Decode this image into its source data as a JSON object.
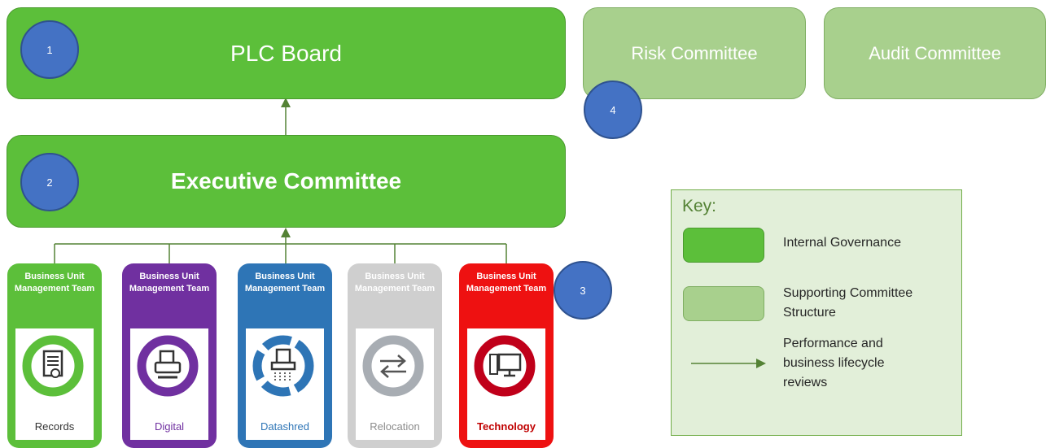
{
  "boards": {
    "plc": "PLC Board",
    "executive": "Executive Committee",
    "risk": "Risk Committee",
    "audit": "Audit Committee"
  },
  "markers": [
    "1",
    "2",
    "3",
    "4"
  ],
  "business_units": [
    {
      "title": "Business Unit Management Team",
      "name": "Records",
      "color": "#5cbf3a",
      "name_color": "#333333",
      "icon": "document-certificate-icon"
    },
    {
      "title": "Business Unit Management Team",
      "name": "Digital",
      "color": "#7030a0",
      "name_color": "#7030a0",
      "icon": "scanner-icon"
    },
    {
      "title": "Business Unit Management Team",
      "name": "Datashred",
      "color": "#2e75b6",
      "name_color": "#2e75b6",
      "icon": "shredder-icon"
    },
    {
      "title": "Business Unit Management Team",
      "name": "Relocation",
      "color": "#cfcfcf",
      "name_color": "#8c8c8c",
      "icon": "exchange-arrows-icon"
    },
    {
      "title": "Business Unit Management Team",
      "name": "Technology",
      "color": "#ee1111",
      "name_color": "#c00000",
      "icon": "computer-icon"
    }
  ],
  "key": {
    "title": "Key:",
    "internal": "Internal Governance",
    "supporting": "Supporting Committee Structure",
    "reviews": "Performance and business lifecycle reviews"
  },
  "colors": {
    "internal_green": "#5cbf3a",
    "supporting_green": "#a8d08d",
    "marker_blue": "#4472c4",
    "arrow": "#548235",
    "key_bg": "#e2efd9"
  }
}
